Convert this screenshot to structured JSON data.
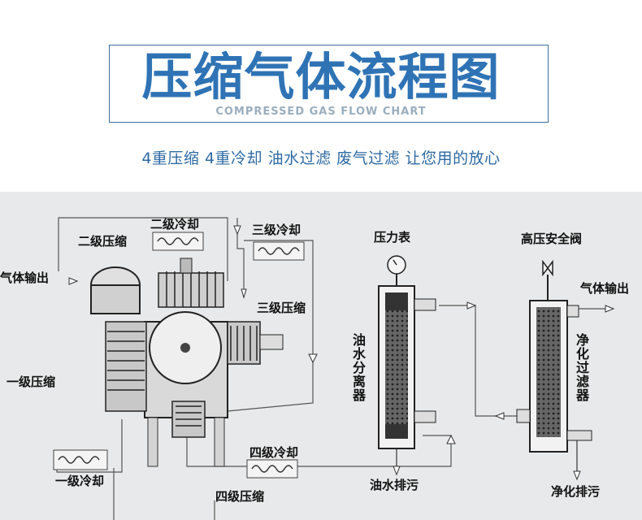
{
  "header": {
    "title": "压缩气体流程图",
    "subtitle": "COMPRESSED GAS FLOW CHART",
    "tagline": "4重压缩 4重冷却 油水过滤 废气过滤 让您用的放心"
  },
  "diagram": {
    "labels": {
      "stage2_compress": "二级压缩",
      "stage2_cool": "二级冷却",
      "stage3_cool": "三级冷却",
      "gas_output_left": "气体输出",
      "stage3_compress": "三级压缩",
      "stage1_compress": "一级压缩",
      "stage1_cool": "一级冷却",
      "stage4_cool": "四级冷却",
      "stage4_compress": "四级压缩",
      "pressure_gauge": "压力表",
      "oil_water_separator": "油水分离器",
      "oil_water_drain": "油水排污",
      "hp_safety_valve": "高压安全阀",
      "gas_output_right": "气体输出",
      "purification_filter": "净化过滤器",
      "purification_drain": "净化排污"
    }
  },
  "colors": {
    "title_blue": "#2f73b5",
    "tagline_blue": "#2e6aa3",
    "diagram_bg": "#e8e9ea"
  }
}
